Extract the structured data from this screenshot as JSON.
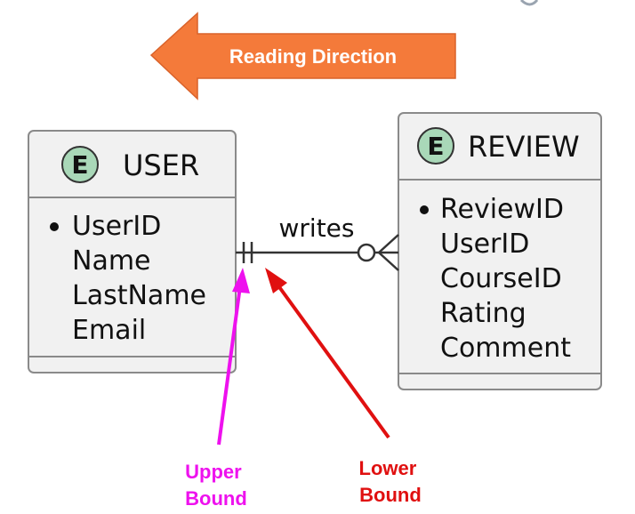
{
  "reading_direction": {
    "label": "Reading Direction",
    "color": "#f47a3a"
  },
  "entities": [
    {
      "name": "USER",
      "badge": "E",
      "primary_key": "UserID",
      "attributes": [
        "Name",
        "LastName",
        "Email"
      ]
    },
    {
      "name": "REVIEW",
      "badge": "E",
      "primary_key": "ReviewID",
      "attributes": [
        "UserID",
        "CourseID",
        "Rating",
        "Comment"
      ]
    }
  ],
  "relationship": {
    "label": "writes"
  },
  "annotations": {
    "upper": {
      "lines": [
        "Upper",
        "Bound"
      ],
      "color": "#ee11ee"
    },
    "lower": {
      "lines": [
        "Lower",
        "Bound"
      ],
      "color": "#e01010"
    }
  },
  "colors": {
    "entity_fill": "#f1f1f1",
    "entity_border": "#8a8a8a",
    "badge_fill": "#a9d8b8"
  }
}
